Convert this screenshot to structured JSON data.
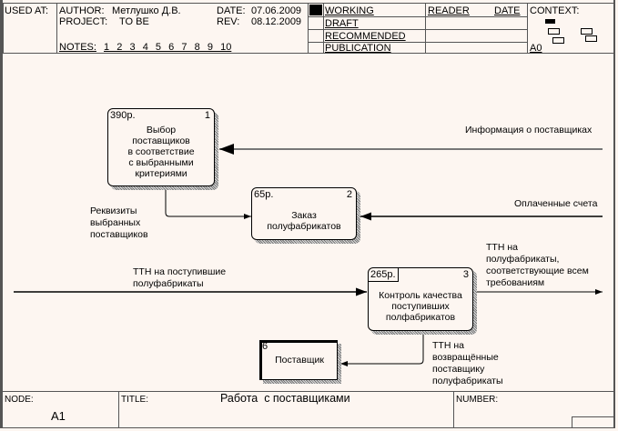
{
  "header": {
    "used_at_label": "USED AT:",
    "author_label": "AUTHOR:",
    "author": "Метлушко Д.В.",
    "project_label": "PROJECT:",
    "project": "TO BE",
    "date_label": "DATE:",
    "date": "07.06.2009",
    "rev_label": "REV:",
    "rev": "08.12.2009",
    "notes_label": "NOTES:",
    "notes": "1  2  3  4  5  6  7  8  9  10",
    "status": [
      "WORKING",
      "DRAFT",
      "RECOMMENDED",
      "PUBLICATION"
    ],
    "status_selected": "WORKING",
    "reader_label": "READER",
    "reader_date_label": "DATE",
    "context_label": "CONTEXT:",
    "context_node": "A0"
  },
  "diagram": {
    "activities": [
      {
        "cost": "390р.",
        "number": "1",
        "label": [
          "Выбор",
          "поставщиков",
          "в соответствие",
          "с выбранными",
          "критериями"
        ]
      },
      {
        "cost": "65р.",
        "number": "2",
        "label": [
          "Заказ",
          "полуфабрикатов"
        ]
      },
      {
        "cost": "265р.",
        "number": "3",
        "label": [
          "Контроль качества",
          "поступивших",
          "полфабрикатов"
        ]
      }
    ],
    "external": {
      "number": "6",
      "label": "Поставщик"
    },
    "arrows": [
      {
        "label": "Информация о поставщиках"
      },
      {
        "label": "Оплаченные счета"
      },
      {
        "label": [
          "Реквизиты",
          "выбранных",
          "поставщиков"
        ]
      },
      {
        "label": [
          "ТТН на поступившие",
          "полуфабрикаты"
        ]
      },
      {
        "label": [
          "ТТН на",
          "полуфабрикаты,",
          "соответствующие всем",
          "требованиям"
        ]
      },
      {
        "label": [
          "ТТН на",
          "возвращённые",
          "поставщику",
          "полуфабрикаты"
        ]
      }
    ]
  },
  "footer": {
    "node_label": "NODE:",
    "node": "A1",
    "title_label": "TITLE:",
    "title": "Работа  с поставщиками",
    "number_label": "NUMBER:"
  },
  "colors": {
    "background": "#fdf6f1",
    "line": "#000000",
    "frame": "#555555"
  }
}
